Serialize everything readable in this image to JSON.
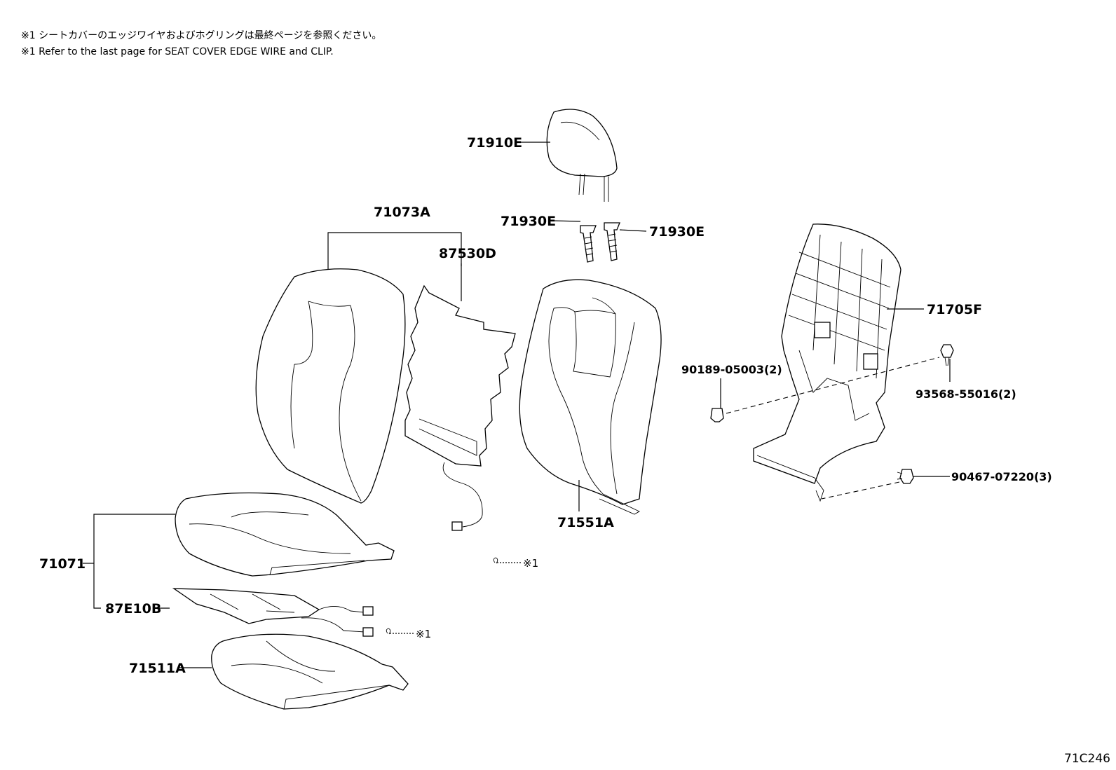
{
  "notes": {
    "jp": "※1 シートカバーのエッジワイヤおよびホグリングは最終ページを参照ください。",
    "en": "※1 Refer to the last page for SEAT COVER EDGE WIRE and CLIP."
  },
  "labels": {
    "headrest": "71910E",
    "support_left": "71930E",
    "support_right": "71930E",
    "back_cover_assy": "71073A",
    "back_heater": "87530D",
    "back_pad": "71551A",
    "back_frame": "71705F",
    "bolt_left": "90189-05003(2)",
    "bolt_right": "93568-55016(2)",
    "nut": "90467-07220(3)",
    "cushion_cover_assy": "71071",
    "cushion_heater": "87E10B",
    "cushion_pad": "71511A",
    "ref_back": "※1",
    "ref_cushion": "※1"
  },
  "figure_id": "71C246"
}
